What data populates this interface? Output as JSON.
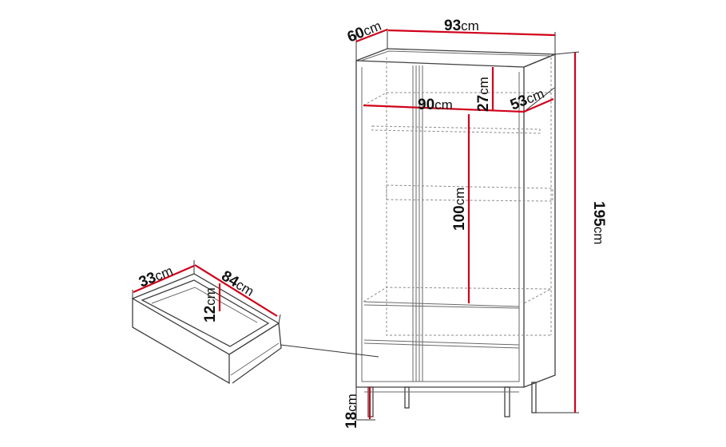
{
  "colors": {
    "dimension_line": "#d0021b",
    "outline": "#404040",
    "text": "#111111",
    "background": "#ffffff"
  },
  "unit": "cm",
  "wardrobe": {
    "dims": {
      "width": "93",
      "depth": "60",
      "height": "195",
      "inner_width": "90",
      "inner_depth": "53",
      "top_compartment_height": "27",
      "hanging_height": "100",
      "leg_height": "18"
    }
  },
  "drawer": {
    "dims": {
      "depth": "33",
      "width": "84",
      "height": "12"
    }
  }
}
